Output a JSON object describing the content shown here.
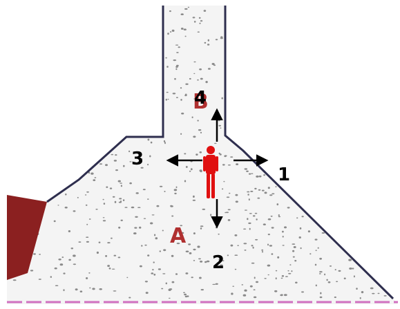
{
  "diagram": {
    "rooms": [
      {
        "id": "room-a",
        "label": "A"
      },
      {
        "id": "room-b",
        "label": "B"
      }
    ],
    "directions": [
      {
        "id": "direction-1",
        "label": "1"
      },
      {
        "id": "direction-2",
        "label": "2"
      },
      {
        "id": "direction-3",
        "label": "3"
      },
      {
        "id": "direction-4",
        "label": "4"
      }
    ],
    "colors": {
      "floor": "#f4f4f4",
      "wall": "#2e2e4e",
      "speckle": "#8a8a8a",
      "person": "#e01010",
      "room_label": "#b03030",
      "side_wall": "#8b2020",
      "floor_edge": "#d070c0"
    }
  }
}
